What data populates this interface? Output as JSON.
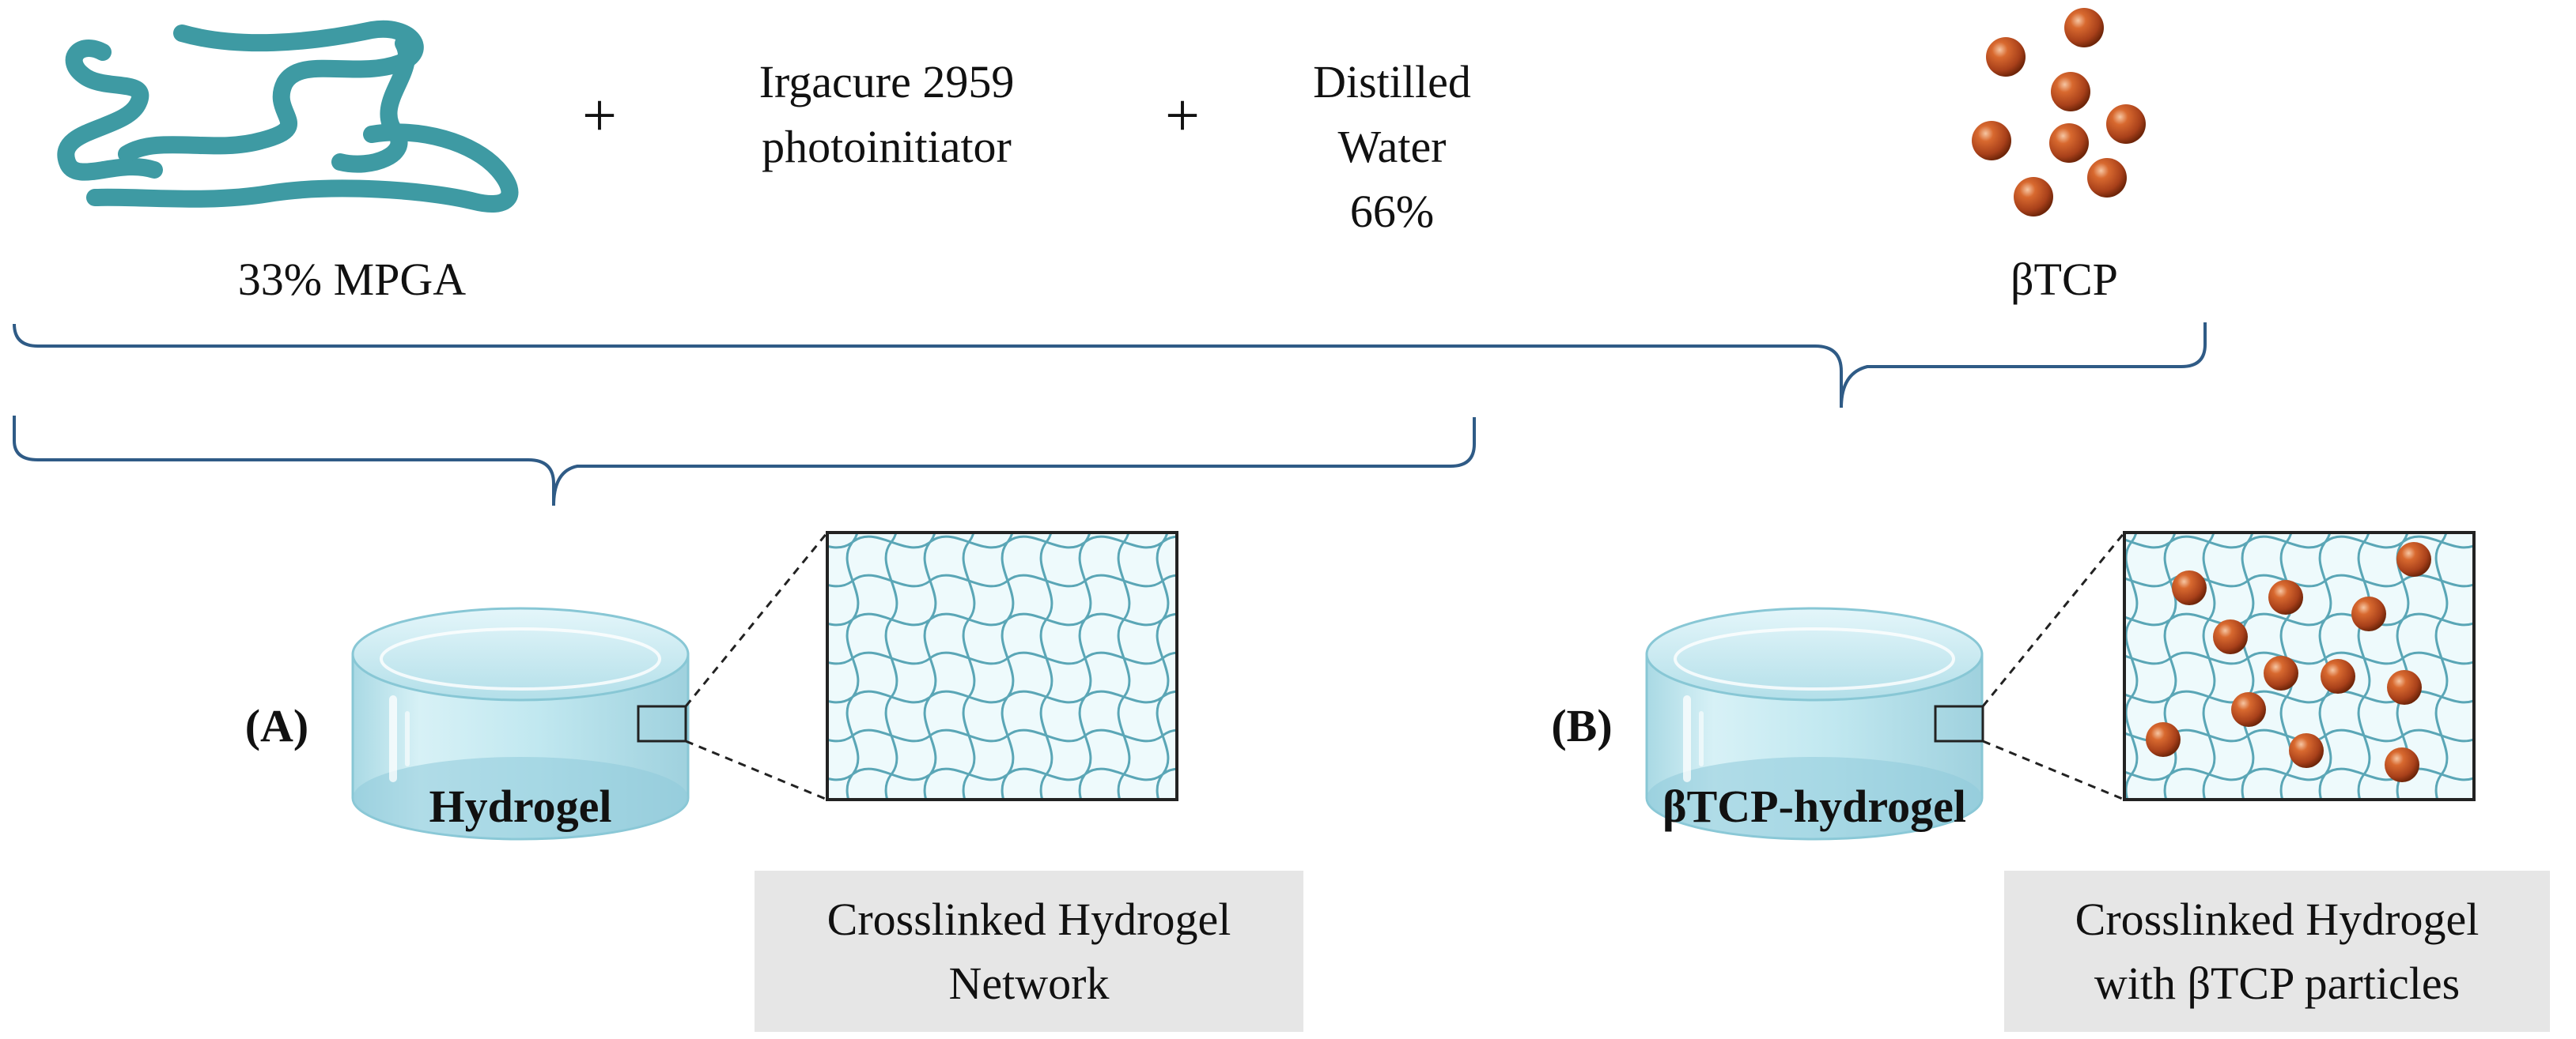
{
  "components": {
    "polymer_label": "33% MPGA",
    "plus_1": "+",
    "initiator_line1": "Irgacure 2959",
    "initiator_line2": "photoinitiator",
    "plus_2": "+",
    "water_line1": "Distilled",
    "water_line2": "Water",
    "water_line3": "66%",
    "ceramic_label": "βTCP"
  },
  "panel_a": {
    "tag": "(A)",
    "cylinder_label": "Hydrogel",
    "caption_line1": "Crosslinked Hydrogel",
    "caption_line2": "Network"
  },
  "panel_b": {
    "tag": "(B)",
    "cylinder_label": "βTCP-hydrogel",
    "caption_line1": "Crosslinked Hydrogel",
    "caption_line2": "with βTCP particles"
  },
  "colors": {
    "polymer": "#3e9aa3",
    "bracket": "#2f5b86",
    "particle": "#b5451b",
    "gel": "#bfe6ee",
    "caption_bg": "#e6e6e6"
  },
  "icons": {
    "polymer_chain": "wavy-chain-icon",
    "particle": "sphere-particle-icon"
  }
}
